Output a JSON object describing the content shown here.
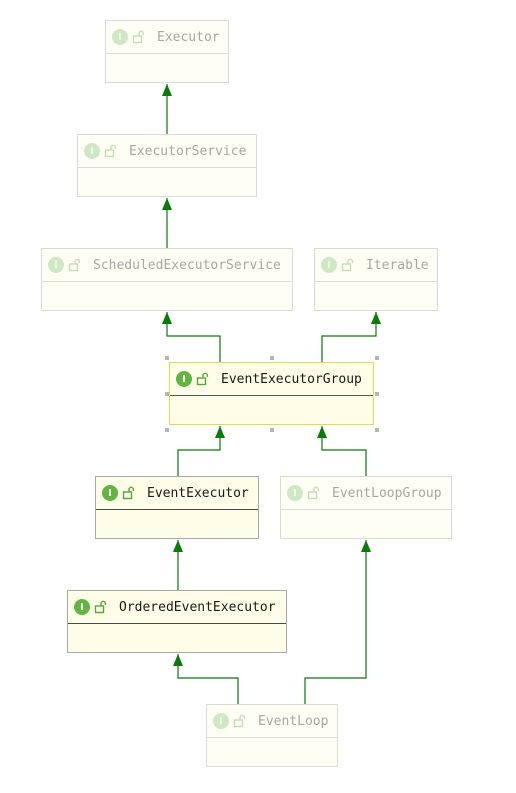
{
  "diagram": {
    "nodes": [
      {
        "id": "executor",
        "name": "Executor",
        "badge": "I",
        "style": "faded"
      },
      {
        "id": "executor-service",
        "name": "ExecutorService",
        "badge": "I",
        "style": "faded"
      },
      {
        "id": "scheduled-executor-service",
        "name": "ScheduledExecutorService",
        "badge": "I",
        "style": "faded"
      },
      {
        "id": "iterable",
        "name": "Iterable",
        "badge": "I",
        "style": "faded"
      },
      {
        "id": "event-executor-group",
        "name": "EventExecutorGroup",
        "badge": "I",
        "style": "selected"
      },
      {
        "id": "event-executor",
        "name": "EventExecutor",
        "badge": "I",
        "style": "primary"
      },
      {
        "id": "event-loop-group",
        "name": "EventLoopGroup",
        "badge": "I",
        "style": "faded"
      },
      {
        "id": "ordered-event-executor",
        "name": "OrderedEventExecutor",
        "badge": "I",
        "style": "primary"
      },
      {
        "id": "event-loop",
        "name": "EventLoop",
        "badge": "I",
        "style": "faded"
      }
    ],
    "edges": [
      {
        "from": "executor-service",
        "to": "executor"
      },
      {
        "from": "scheduled-executor-service",
        "to": "executor-service"
      },
      {
        "from": "event-executor-group",
        "to": "scheduled-executor-service"
      },
      {
        "from": "event-executor-group",
        "to": "iterable"
      },
      {
        "from": "event-executor",
        "to": "event-executor-group"
      },
      {
        "from": "event-loop-group",
        "to": "event-executor-group"
      },
      {
        "from": "ordered-event-executor",
        "to": "event-executor"
      },
      {
        "from": "event-loop",
        "to": "ordered-event-executor"
      },
      {
        "from": "event-loop",
        "to": "event-loop-group"
      }
    ],
    "colors": {
      "edge": "#0a7a0a",
      "node_fill": "#fefee8",
      "interface_badge": "#62b543",
      "selection_border": "#e6d84b"
    }
  }
}
